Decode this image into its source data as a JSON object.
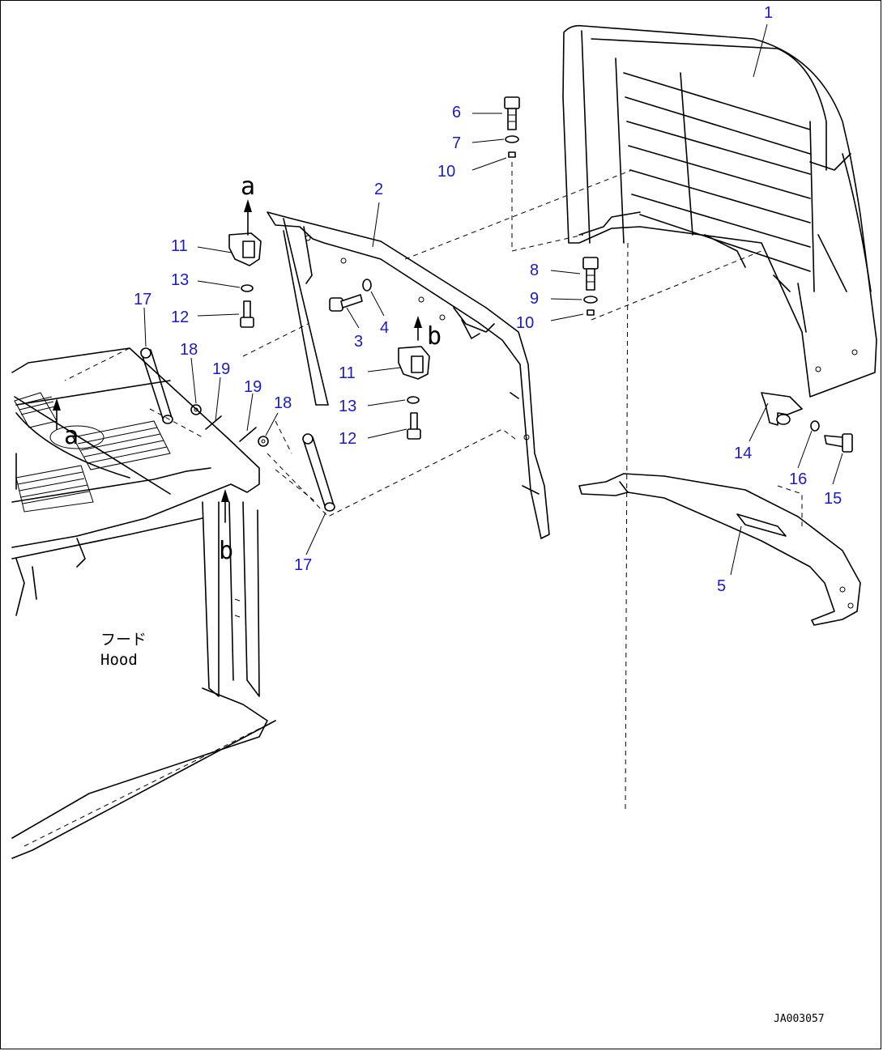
{
  "callouts": {
    "c1": "1",
    "c2": "2",
    "c3": "3",
    "c4": "4",
    "c5": "5",
    "c6": "6",
    "c7": "7",
    "c8": "8",
    "c9": "9",
    "c10a": "10",
    "c10b": "10",
    "c11a": "11",
    "c11b": "11",
    "c12a": "12",
    "c12b": "12",
    "c13a": "13",
    "c13b": "13",
    "c14": "14",
    "c15": "15",
    "c16": "16",
    "c17a": "17",
    "c17b": "17",
    "c18a": "18",
    "c18b": "18",
    "c19a": "19",
    "c19b": "19"
  },
  "view_markers": {
    "a_top": "a",
    "a_hood": "a",
    "b_bracket": "b",
    "b_hood": "b"
  },
  "hood_label": {
    "japanese": "フード",
    "english": "Hood"
  },
  "drawing_code": "JA003057",
  "colors": {
    "callout": "#1a1acc",
    "line": "#000000"
  }
}
